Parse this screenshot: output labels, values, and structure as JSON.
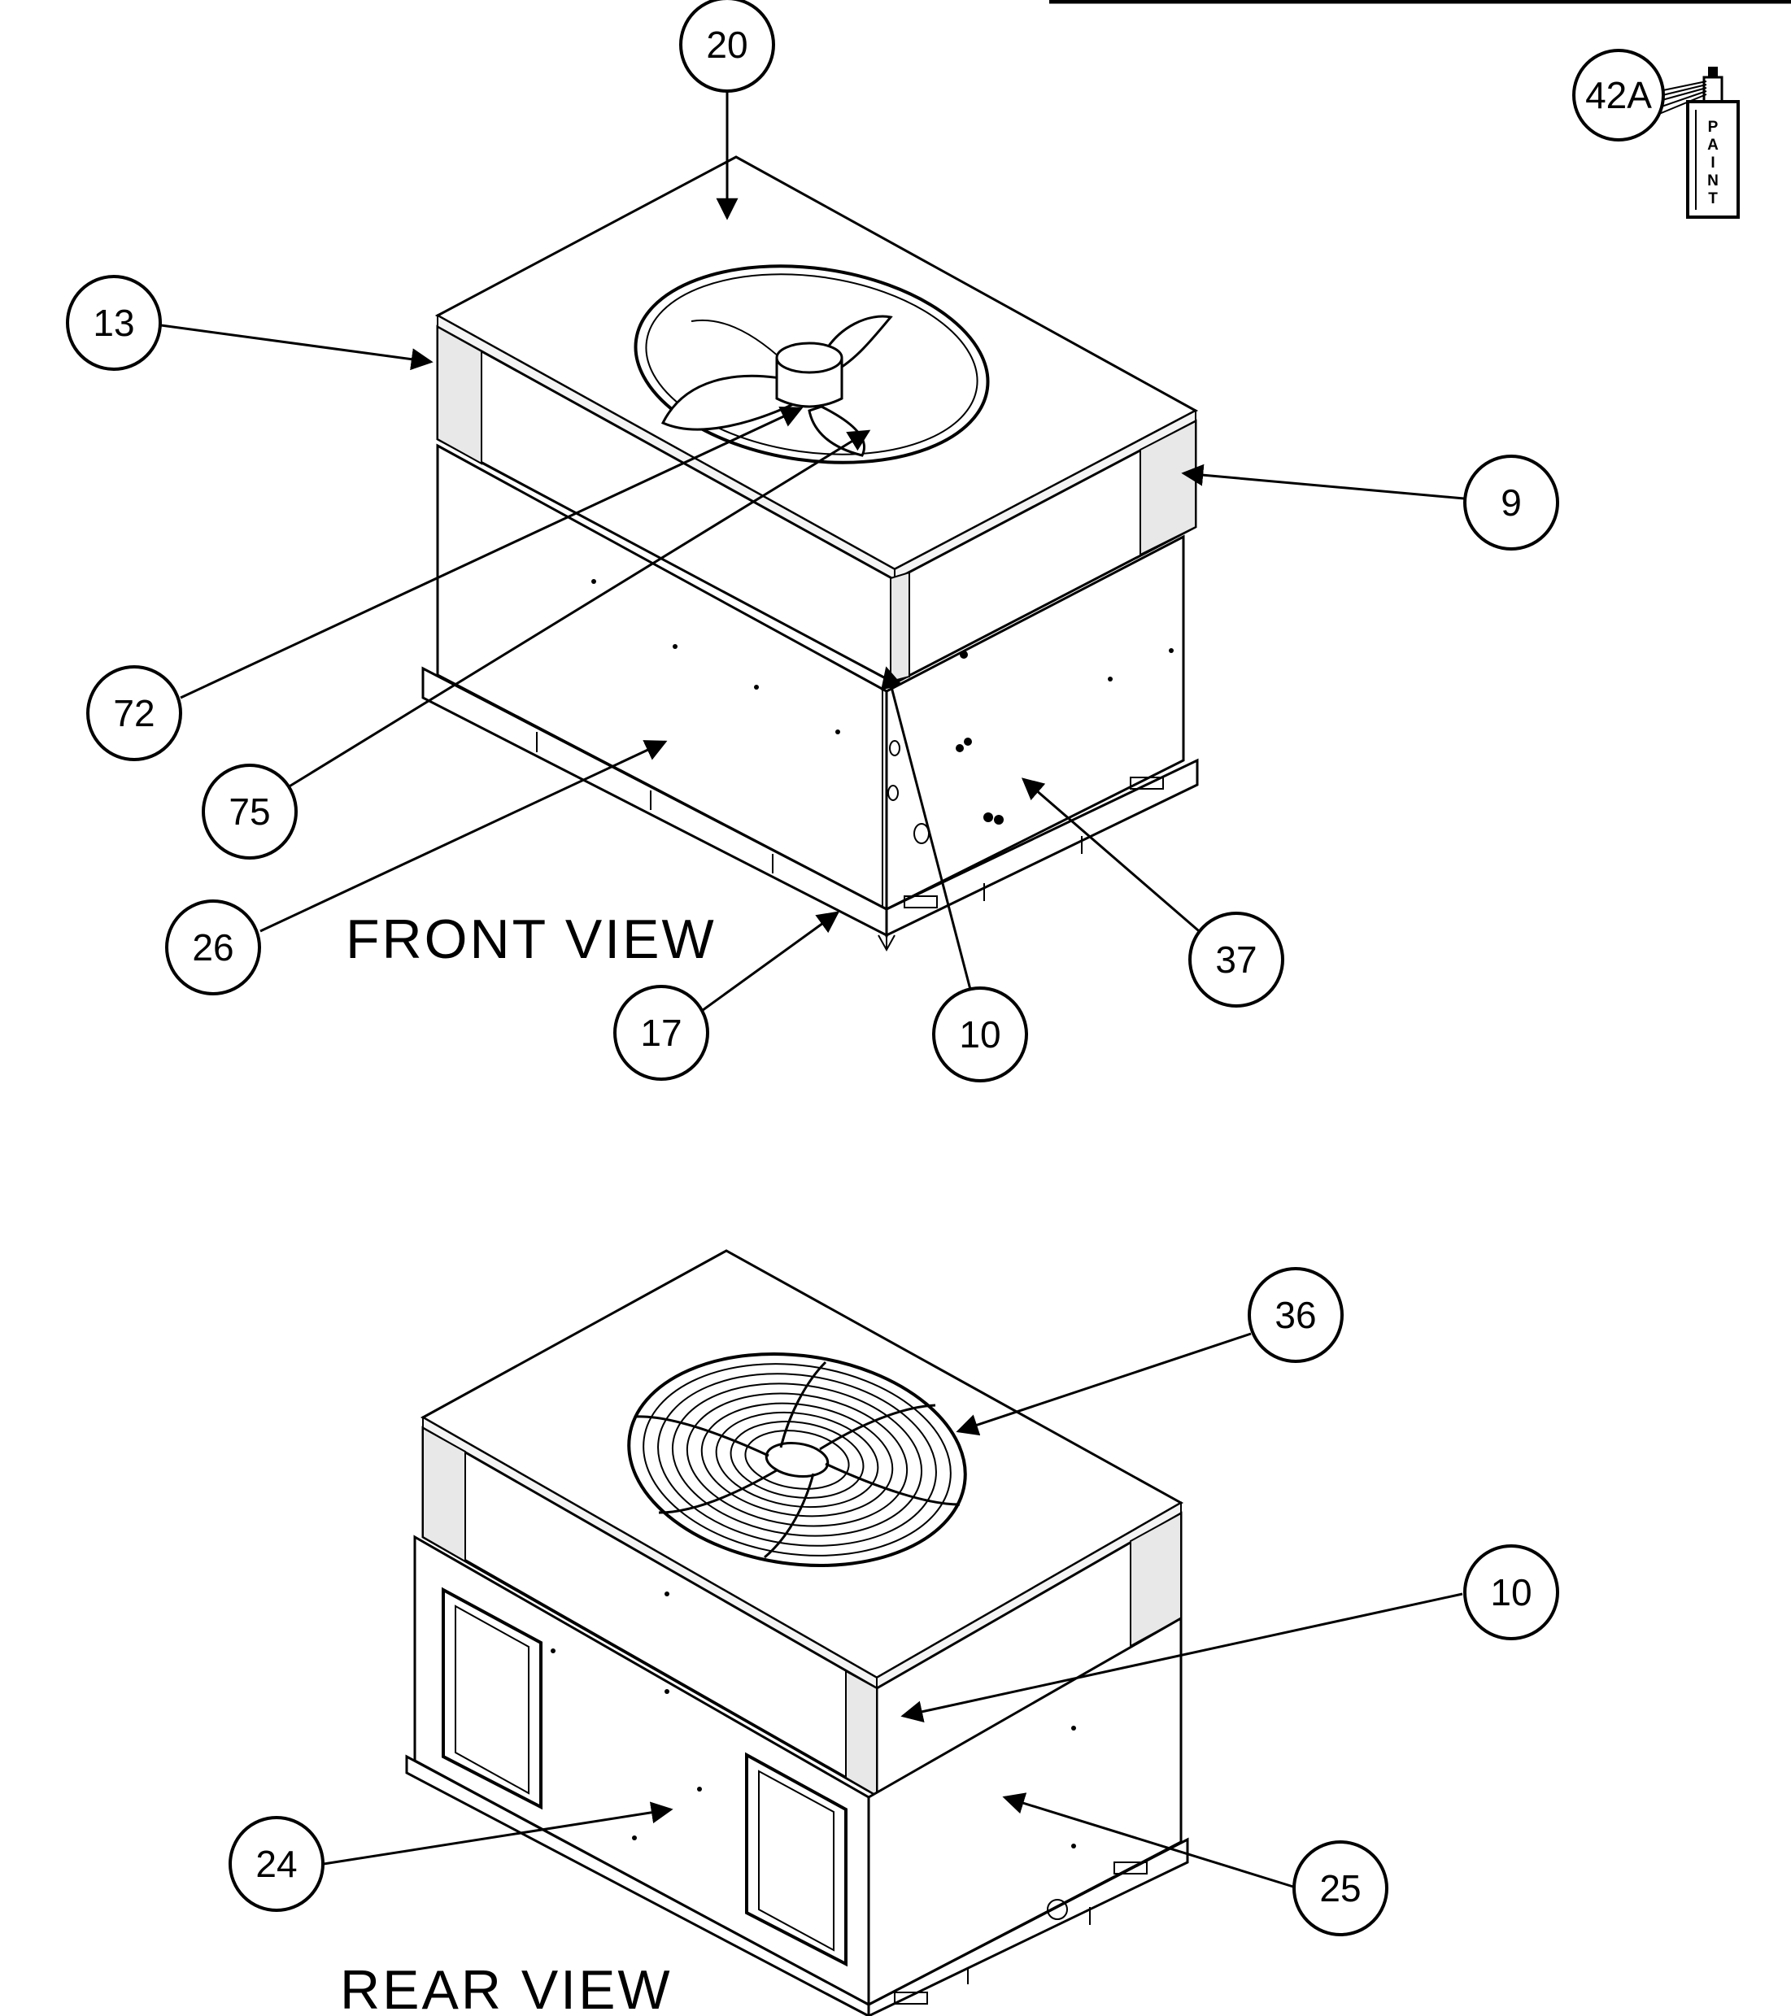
{
  "views": {
    "front": {
      "label": "FRONT VIEW"
    },
    "rear": {
      "label": "REAR VIEW"
    }
  },
  "callouts": {
    "c20": "20",
    "c13": "13",
    "c9": "9",
    "c72": "72",
    "c75": "75",
    "c26": "26",
    "c17": "17",
    "c10_front": "10",
    "c37": "37",
    "c36": "36",
    "c10_rear": "10",
    "c24": "24",
    "c25": "25",
    "c42a": "42A"
  },
  "paint_can": {
    "label_letters": [
      "P",
      "A",
      "I",
      "N",
      "T"
    ]
  }
}
